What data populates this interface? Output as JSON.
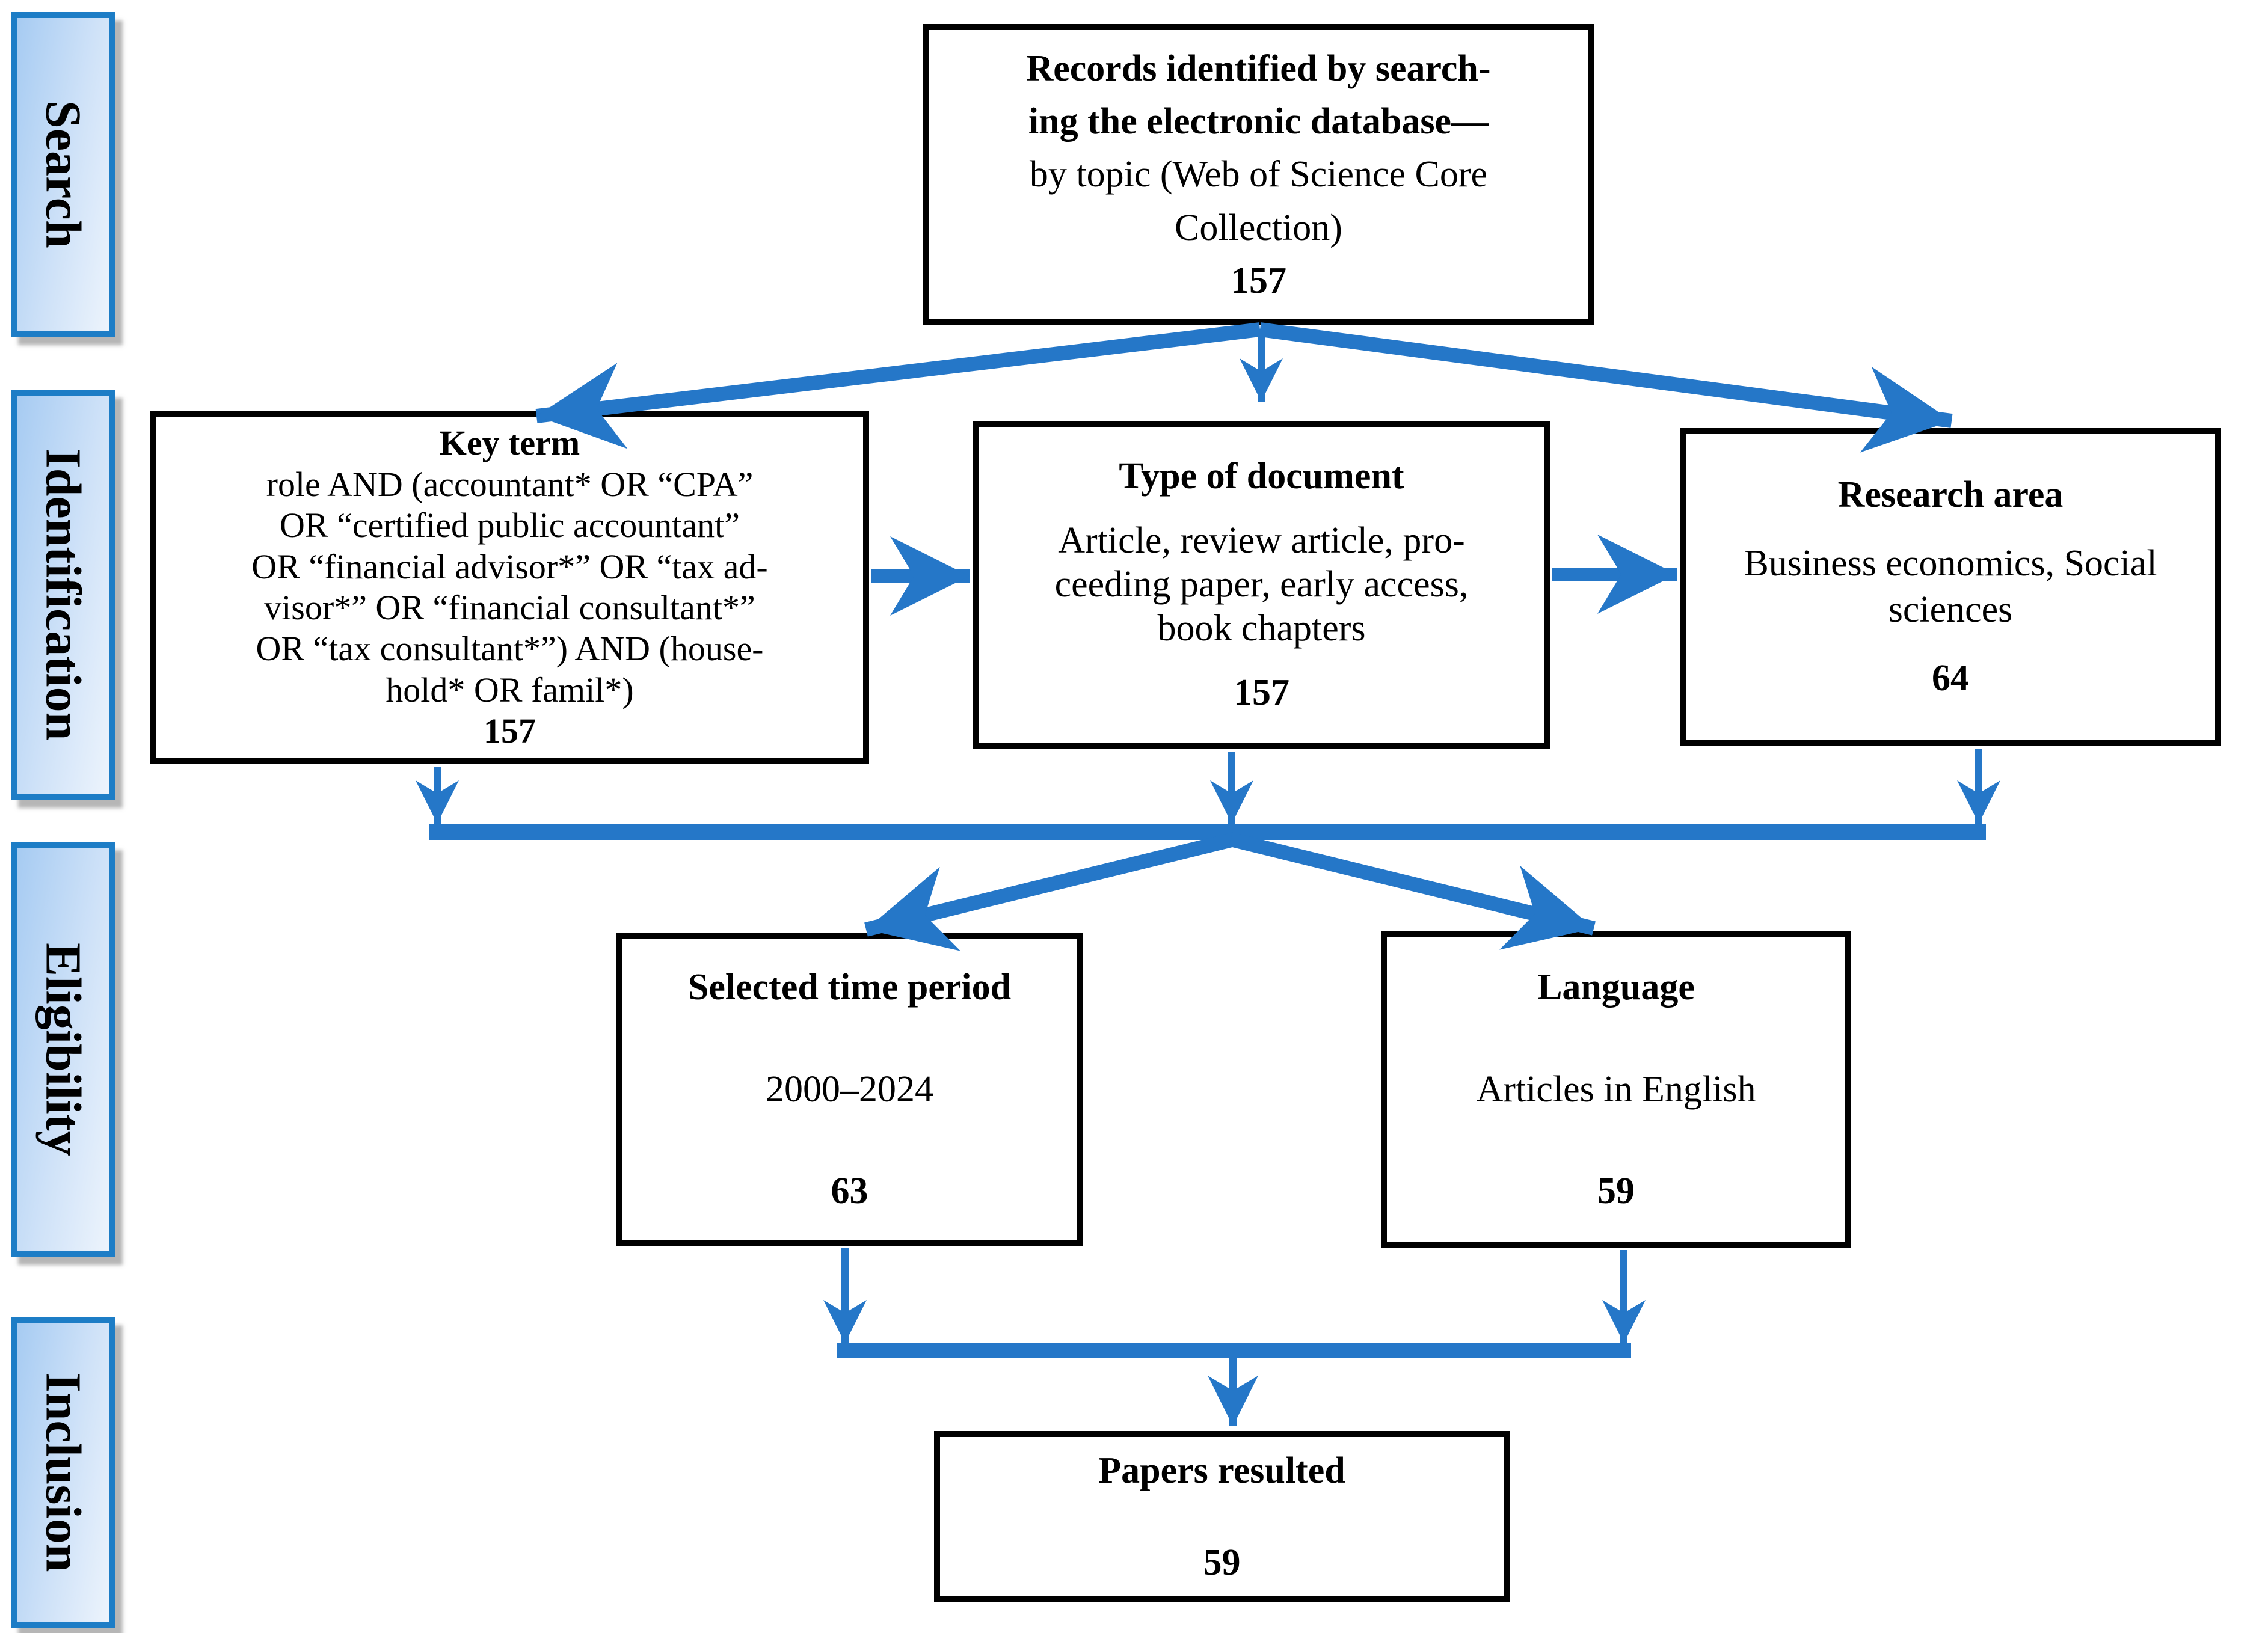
{
  "colors": {
    "arrow_blue": "#2577c8",
    "sidebar_border": "#1d7dc6",
    "sidebar_grad_1": "#a6cbf2",
    "sidebar_grad_2": "#cfe2f8",
    "sidebar_grad_3": "#edf4fc",
    "box_border": "#000000",
    "text": "#000000",
    "background": "#ffffff"
  },
  "sidebar": {
    "items": [
      "Search",
      "Identification",
      "Eligibility",
      "Inclusion"
    ]
  },
  "boxes": {
    "records": {
      "title": "Records identified by search-\ning the electronic database—",
      "body": "by topic (Web of Science Core\nCollection)",
      "count": "157"
    },
    "key_term": {
      "title": "Key term",
      "body": "role AND (accountant* OR “CPA”\nOR “certified public accountant”\nOR “financial advisor*” OR “tax ad-\nvisor*” OR “financial consultant*”\nOR “tax consultant*”) AND (house-\nhold* OR famil*)",
      "count": "157"
    },
    "type_of_document": {
      "title": "Type of document",
      "body": "Article, review article, pro-\nceeding paper, early access,\nbook chapters",
      "count": "157"
    },
    "research_area": {
      "title": "Research area",
      "body": "Business economics, Social\nsciences",
      "count": "64"
    },
    "time_period": {
      "title": "Selected time period",
      "body": "2000–2024",
      "count": "63"
    },
    "language": {
      "title": "Language",
      "body": "Articles in English",
      "count": "59"
    },
    "papers": {
      "title": "Papers resulted",
      "count": "59"
    }
  }
}
